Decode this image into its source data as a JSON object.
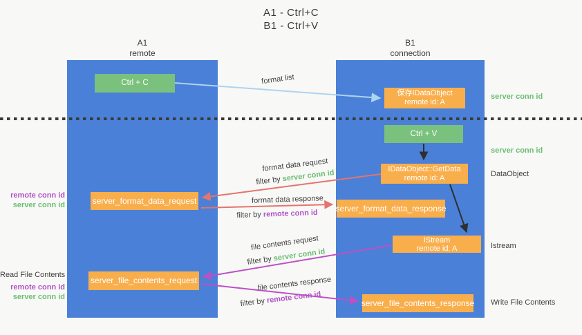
{
  "title": {
    "line1": "A1 - Ctrl+C",
    "line2": "B1 - Ctrl+V"
  },
  "lanes": {
    "left": {
      "name": "A1",
      "role": "remote"
    },
    "right": {
      "name": "B1",
      "role": "connection"
    }
  },
  "nodes": {
    "ctrl_c": "Ctrl + C",
    "save_idataobject": {
      "line1": "保存IDataObject",
      "line2": "remote id: A"
    },
    "ctrl_v": "Ctrl + V",
    "getdata": {
      "line1": "IDataObject::GetData",
      "line2": "remote id: A"
    },
    "format_request": "server_format_data_request",
    "format_response": "server_format_data_response",
    "istream": {
      "line1": "IStream",
      "line2": "remote id: A"
    },
    "file_request": "server_file_contents_request",
    "file_response": "server_file_contents_response"
  },
  "labels": {
    "format_list": "format list",
    "format_data_request": "format data request",
    "format_data_response": "format data response",
    "file_contents_request": "file contents request",
    "file_contents_response": "file contents response",
    "filter_by": "filter by ",
    "server_conn_id": "server conn id",
    "remote_conn_id": "remote conn id",
    "read_file_contents": "Read File Contents",
    "write_file_contents": "Write File Contents",
    "dataobject": "DataObject",
    "istream": "Istream"
  },
  "colors": {
    "lane_blue": "#4a80d8",
    "box_green": "#7ac17e",
    "box_orange": "#f9ae4c",
    "arrow_light_blue": "#aed3ef",
    "arrow_red": "#e4746d",
    "arrow_magenta": "#bd50c5",
    "arrow_black": "#2f2f2f",
    "text_green": "#6cbd74",
    "text_purple": "#b053c8",
    "background": "#f8f8f6"
  }
}
